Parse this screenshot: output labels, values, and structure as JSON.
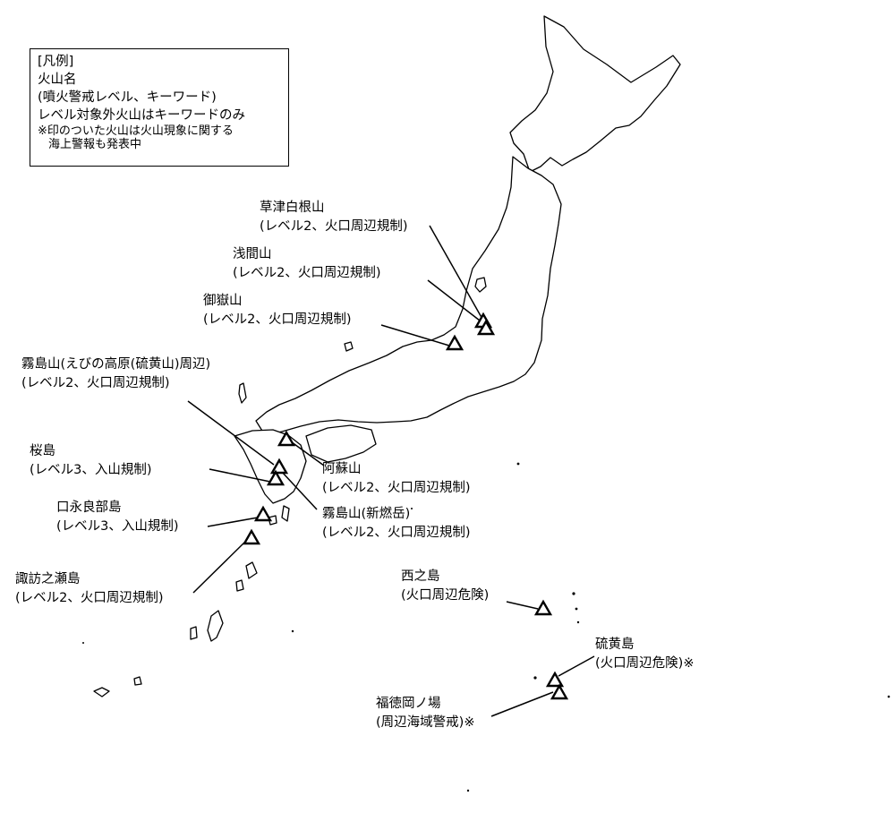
{
  "legend": {
    "title": "[凡例]",
    "line1": "火山名",
    "line2": "(噴火警戒レベル、キーワード)",
    "line3": "レベル対象外火山はキーワードのみ",
    "note1": "※印のついた火山は火山現象に関する",
    "note2": "海上警報も発表中"
  },
  "volcanoes": [
    {
      "id": "kusatsu",
      "name": "草津白根山",
      "info": "(レベル2、火口周辺規制)"
    },
    {
      "id": "asama",
      "name": "浅間山",
      "info": "(レベル2、火口周辺規制)"
    },
    {
      "id": "ontake",
      "name": "御嶽山",
      "info": "(レベル2、火口周辺規制)"
    },
    {
      "id": "kirishima-ebino",
      "name": "霧島山(えびの高原(硫黄山)周辺)",
      "info": "(レベル2、火口周辺規制)"
    },
    {
      "id": "sakurajima",
      "name": "桜島",
      "info": "(レベル3、入山規制)"
    },
    {
      "id": "kuchinoerabu",
      "name": "口永良部島",
      "info": "(レベル3、入山規制)"
    },
    {
      "id": "suwanose",
      "name": "諏訪之瀬島",
      "info": "(レベル2、火口周辺規制)"
    },
    {
      "id": "aso",
      "name": "阿蘇山",
      "info": "(レベル2、火口周辺規制)"
    },
    {
      "id": "kirishima-shinmoe",
      "name": "霧島山(新燃岳)",
      "info": "(レベル2、火口周辺規制)"
    },
    {
      "id": "nishinoshima",
      "name": "西之島",
      "info": "(火口周辺危険)"
    },
    {
      "id": "ioto",
      "name": "硫黄島",
      "info": "(火口周辺危険)※"
    },
    {
      "id": "fukutoku",
      "name": "福徳岡ノ場",
      "info": "(周辺海域警戒)※"
    }
  ],
  "colors": {
    "ink": "#000000",
    "land": "#ffffff",
    "background": "#ffffff"
  },
  "icons": {
    "volcano_marker": "triangle-outline"
  }
}
